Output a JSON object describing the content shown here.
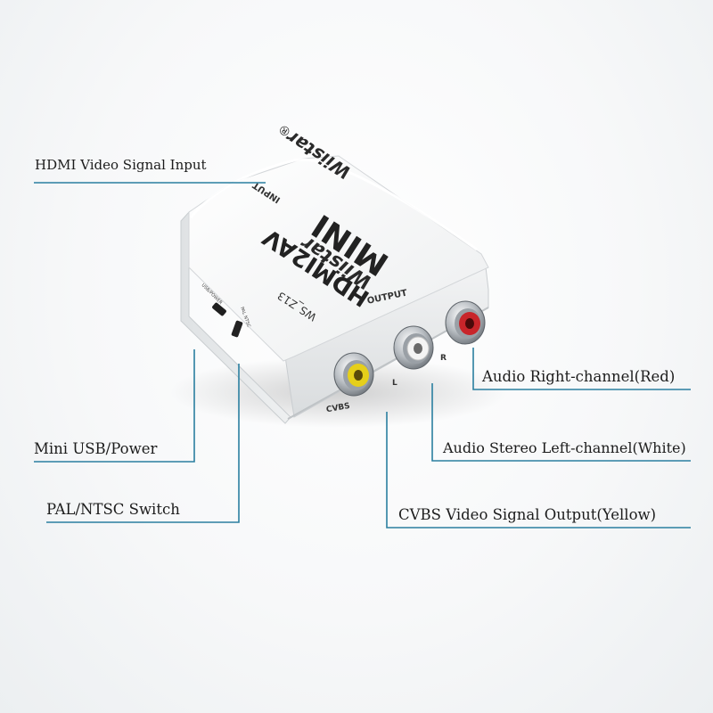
{
  "callouts": {
    "hdmi_input": "HDMI Video Signal Input",
    "mini_usb_power": "Mini USB/Power",
    "pal_ntsc_switch": "PAL/NTSC Switch",
    "audio_right": "Audio Right-channel(Red)",
    "audio_left": "Audio Stereo Left-channel(White)",
    "cvbs_output": "CVBS Video Signal Output(Yellow)"
  },
  "device": {
    "brand": "Wiistar",
    "registered_mark": "®",
    "model_line1": "MINI",
    "model_line2": "HDMI2AV",
    "model_code": "WS_Z13",
    "input_label": "INPUT",
    "output_label": "OUTPUT",
    "port_cvbs": "CVBS",
    "port_l": "L",
    "port_r": "R",
    "side_usb_label": "USB/POWER",
    "side_switch_label": "PAL NTSC"
  },
  "colors": {
    "callout_line": "#2a7fa0",
    "jack_yellow": "#e6cf1a",
    "jack_white": "#f4f4f4",
    "jack_red": "#c8252a",
    "device_body": "#f3f4f5"
  }
}
